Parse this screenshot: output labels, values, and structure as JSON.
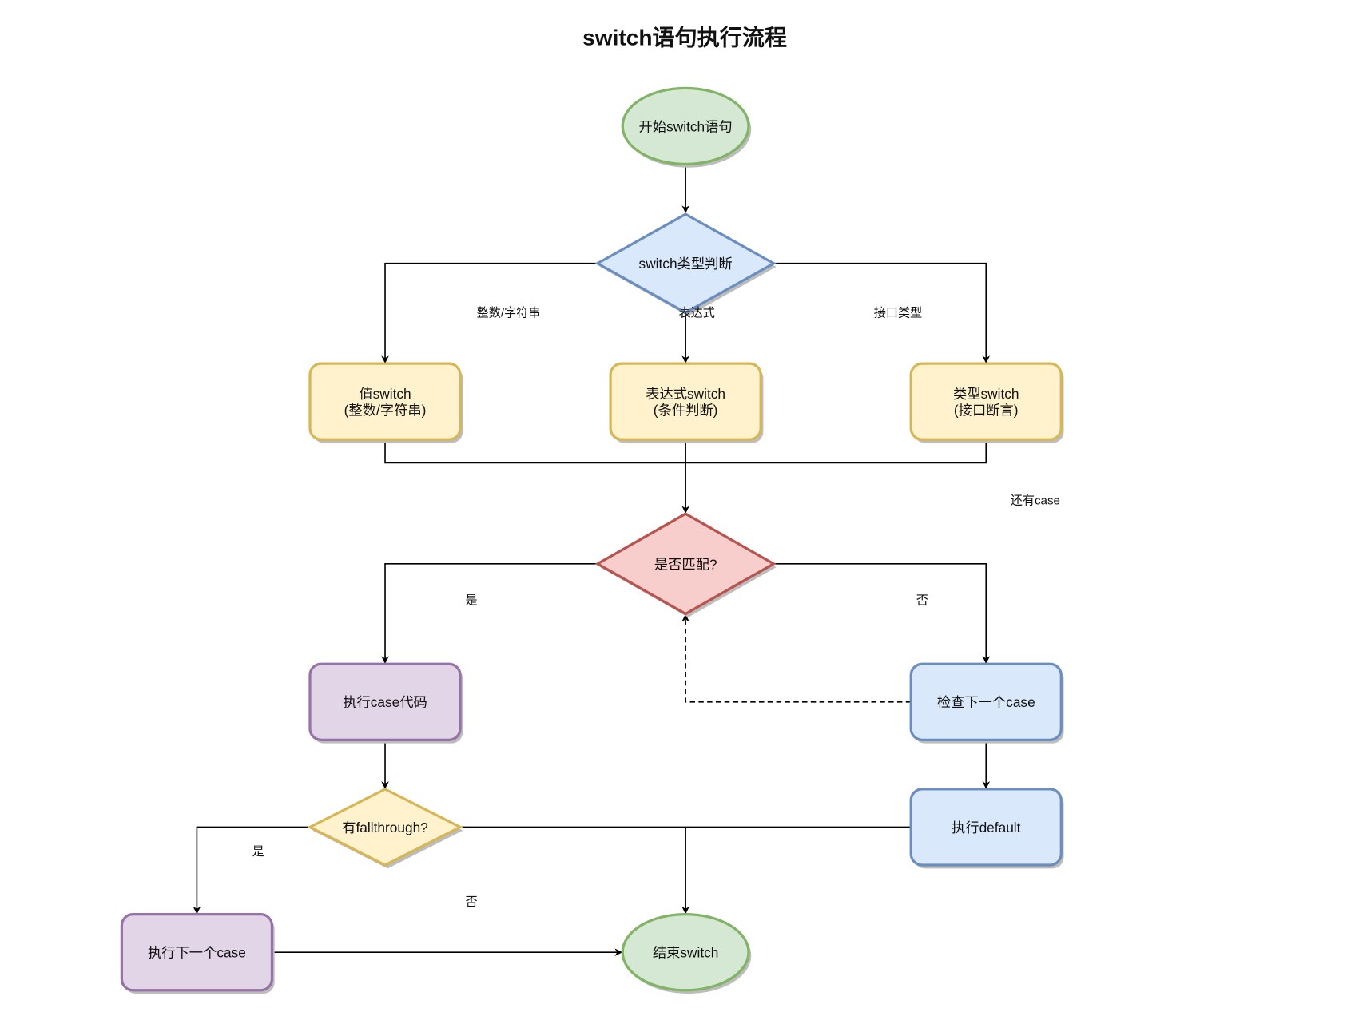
{
  "title": "switch语句执行流程",
  "nodes": [
    {
      "id": "start",
      "shape": "ellipse",
      "lines": [
        "开始switch语句"
      ],
      "fill": "#d5e8d4",
      "stroke": "#82b366"
    },
    {
      "id": "type_check",
      "shape": "diamond",
      "lines": [
        "switch类型判断"
      ],
      "fill": "#dae8fc",
      "stroke": "#6c8ebf"
    },
    {
      "id": "value_switch",
      "shape": "rect",
      "lines": [
        "值switch",
        "(整数/字符串)"
      ],
      "fill": "#fff2cc",
      "stroke": "#d6b656"
    },
    {
      "id": "expr_switch",
      "shape": "rect",
      "lines": [
        "表达式switch",
        "(条件判断)"
      ],
      "fill": "#fff2cc",
      "stroke": "#d6b656"
    },
    {
      "id": "type_switch",
      "shape": "rect",
      "lines": [
        "类型switch",
        "(接口断言)"
      ],
      "fill": "#fff2cc",
      "stroke": "#d6b656"
    },
    {
      "id": "match",
      "shape": "diamond",
      "lines": [
        "是否匹配?"
      ],
      "fill": "#f8cecc",
      "stroke": "#b85450"
    },
    {
      "id": "exec_case",
      "shape": "rect",
      "lines": [
        "执行case代码"
      ],
      "fill": "#e1d5e7",
      "stroke": "#9673a6"
    },
    {
      "id": "check_next",
      "shape": "rect",
      "lines": [
        "检查下一个case"
      ],
      "fill": "#dae8fc",
      "stroke": "#6c8ebf"
    },
    {
      "id": "fallthrough",
      "shape": "diamond",
      "lines": [
        "有fallthrough?"
      ],
      "fill": "#fff2cc",
      "stroke": "#d6b656"
    },
    {
      "id": "exec_default",
      "shape": "rect",
      "lines": [
        "执行default"
      ],
      "fill": "#dae8fc",
      "stroke": "#6c8ebf"
    },
    {
      "id": "exec_next_case",
      "shape": "rect",
      "lines": [
        "执行下一个case"
      ],
      "fill": "#e1d5e7",
      "stroke": "#9673a6"
    },
    {
      "id": "end",
      "shape": "ellipse",
      "lines": [
        "结束switch"
      ],
      "fill": "#d5e8d4",
      "stroke": "#82b366"
    }
  ],
  "edges": [
    {
      "id": "e1",
      "from": "start",
      "to": "type_check",
      "label": "",
      "style": "solid"
    },
    {
      "id": "e2",
      "from": "type_check",
      "to": "value_switch",
      "label": "整数/字符串",
      "style": "solid"
    },
    {
      "id": "e3",
      "from": "type_check",
      "to": "expr_switch",
      "label": "表达式",
      "style": "solid"
    },
    {
      "id": "e4",
      "from": "type_check",
      "to": "type_switch",
      "label": "接口类型",
      "style": "solid"
    },
    {
      "id": "e5",
      "from": "value_switch",
      "to": "match",
      "label": "",
      "style": "solid"
    },
    {
      "id": "e6",
      "from": "expr_switch",
      "to": "match",
      "label": "",
      "style": "solid"
    },
    {
      "id": "e7",
      "from": "type_switch",
      "to": "match",
      "label": "",
      "style": "solid"
    },
    {
      "id": "e8",
      "from": "match",
      "to": "exec_case",
      "label": "是",
      "style": "solid"
    },
    {
      "id": "e9",
      "from": "match",
      "to": "check_next",
      "label": "否",
      "style": "solid"
    },
    {
      "id": "e10",
      "from": "check_next",
      "to": "match",
      "label": "还有case",
      "style": "dashed"
    },
    {
      "id": "e11",
      "from": "check_next",
      "to": "exec_default",
      "label": "",
      "style": "solid"
    },
    {
      "id": "e12",
      "from": "exec_case",
      "to": "fallthrough",
      "label": "",
      "style": "solid"
    },
    {
      "id": "e13",
      "from": "fallthrough",
      "to": "exec_next_case",
      "label": "是",
      "style": "solid"
    },
    {
      "id": "e14",
      "from": "fallthrough",
      "to": "end",
      "label": "否",
      "style": "solid"
    },
    {
      "id": "e15",
      "from": "exec_default",
      "to": "end",
      "label": "",
      "style": "solid"
    },
    {
      "id": "e16",
      "from": "exec_next_case",
      "to": "end",
      "label": "",
      "style": "solid"
    }
  ]
}
